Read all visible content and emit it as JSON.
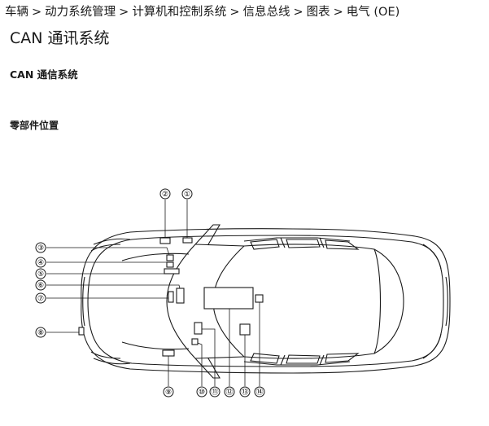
{
  "breadcrumb": [
    "车辆",
    "动力系统管理",
    "计算机和控制系统",
    "信息总线",
    "图表",
    "电气 (OE)"
  ],
  "breadcrumb_separator": ">",
  "page_title": "CAN 通讯系统",
  "section_title": "CAN 通信系统",
  "sub_title": "零部件位置",
  "callouts": [
    "①",
    "②",
    "③",
    "④",
    "⑤",
    "⑥",
    "⑦",
    "⑧",
    "⑨",
    "⑩",
    "⑪",
    "⑫",
    "⑬",
    "⑭"
  ]
}
